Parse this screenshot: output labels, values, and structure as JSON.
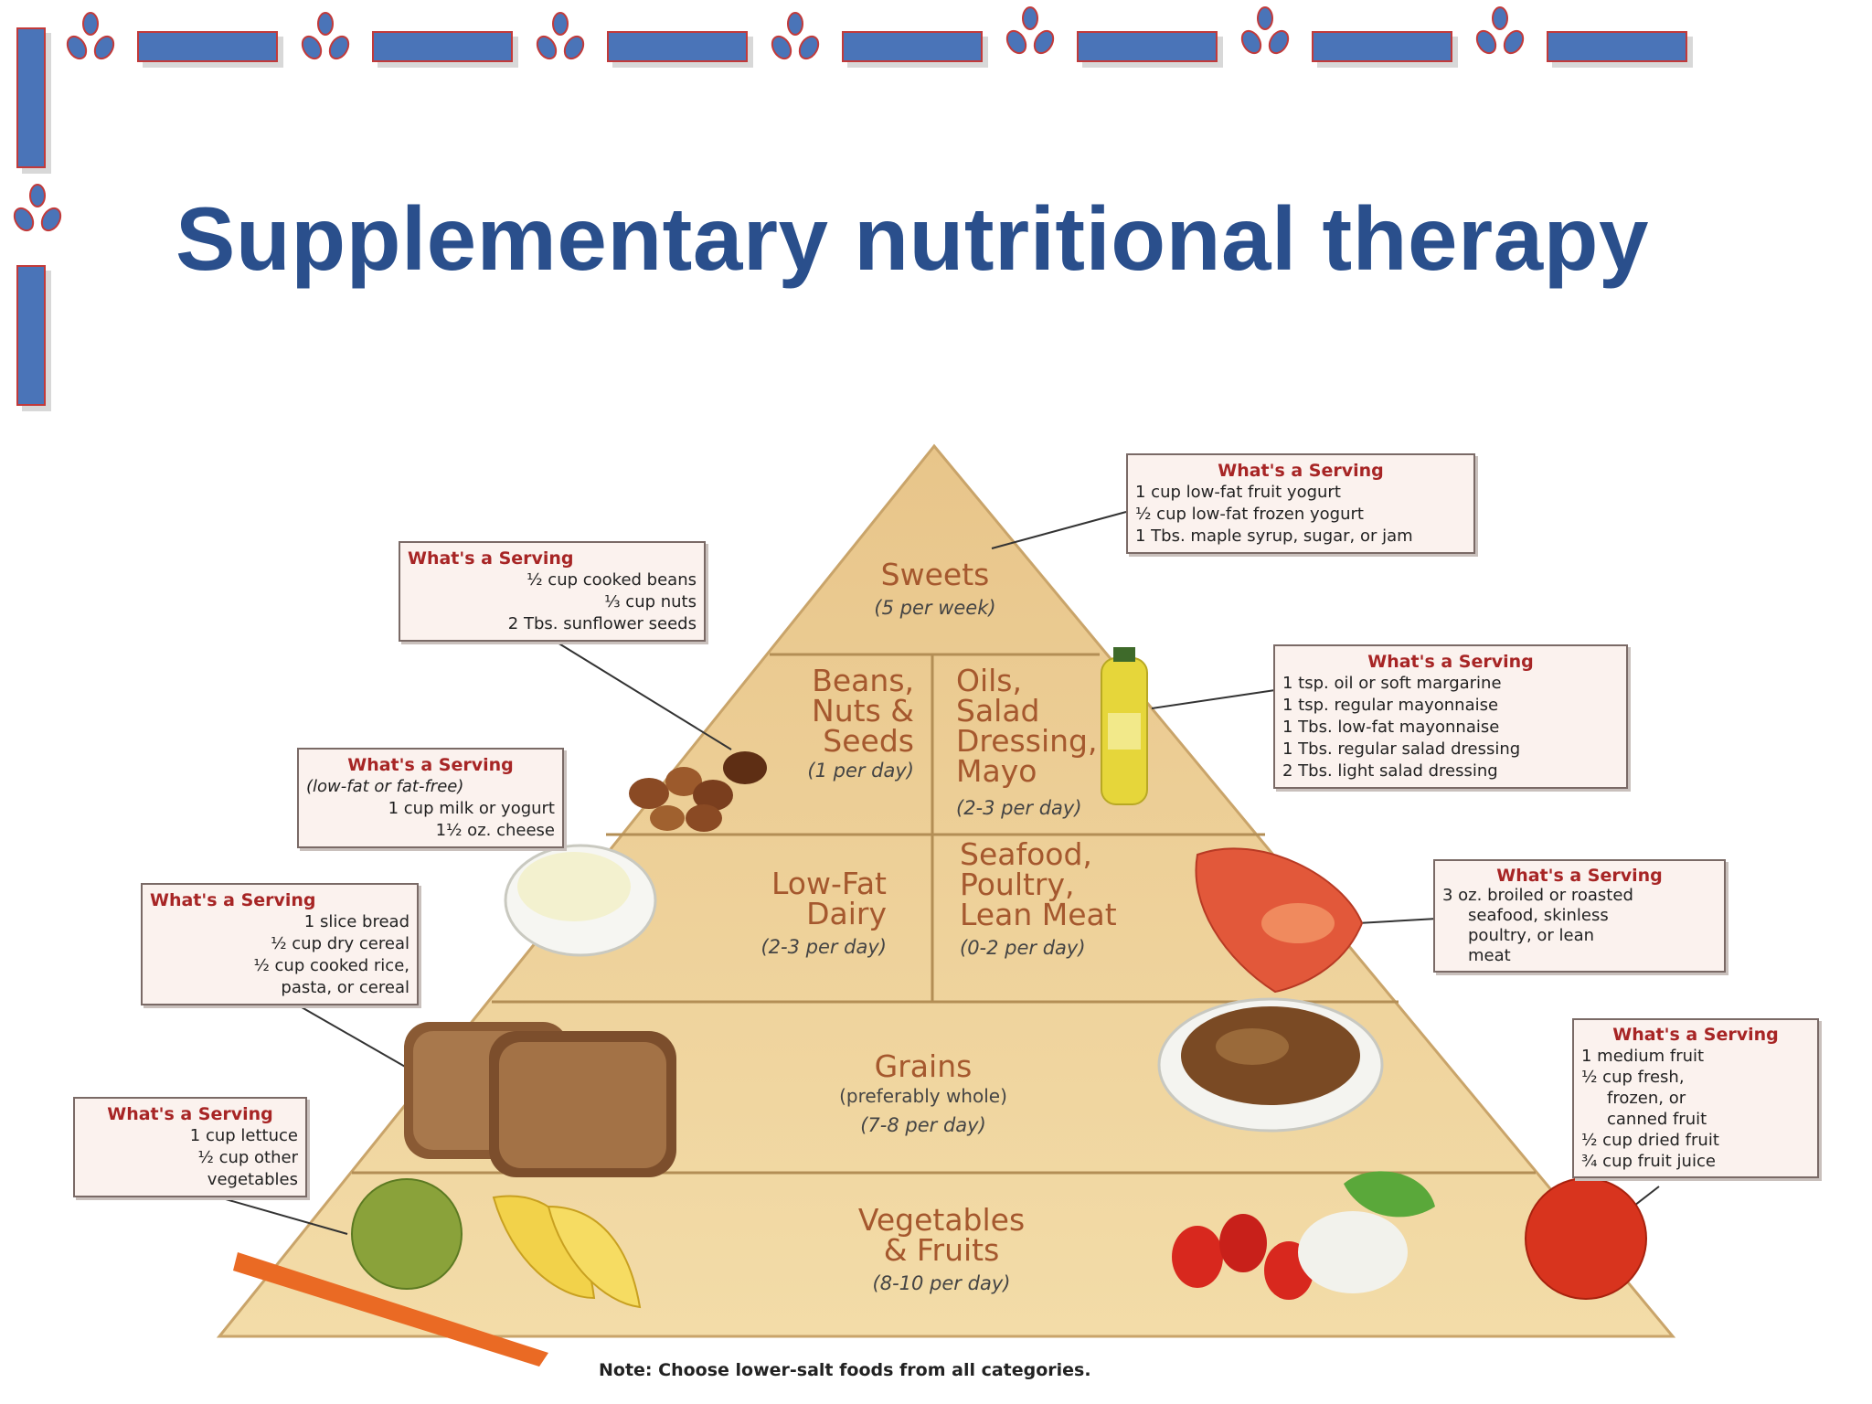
{
  "slide": {
    "title": "Supplementary nutritional therapy"
  },
  "colors": {
    "accent_blue": "#4a74b8",
    "accent_red": "#c23a3a",
    "title_blue": "#2a4f8c",
    "pyramid_fill": "#f2d9a3",
    "level_text": "#a5582e",
    "box_title": "#a72525"
  },
  "pyramid": {
    "sweets": {
      "name": "Sweets",
      "freq": "(5 per week)"
    },
    "beans": {
      "name": "Beans,\nNuts &\nSeeds",
      "freq": "(1 per day)"
    },
    "oils": {
      "name": "Oils,\nSalad\nDressing,\nMayo",
      "freq": "(2-3 per day)"
    },
    "dairy": {
      "name": "Low-Fat\nDairy",
      "freq": "(2-3 per day)"
    },
    "meat": {
      "name": "Seafood,\nPoultry,\nLean Meat",
      "freq": "(0-2 per day)"
    },
    "grains": {
      "name": "Grains",
      "sub": "(preferably whole)",
      "freq": "(7-8 per day)"
    },
    "veg": {
      "name": "Vegetables\n& Fruits",
      "freq": "(8-10 per day)"
    }
  },
  "servings": {
    "sweets": {
      "title": "What's a Serving",
      "lines": [
        "1 cup low-fat fruit yogurt",
        "½ cup low-fat frozen yogurt",
        "1 Tbs. maple syrup, sugar, or jam"
      ]
    },
    "beans": {
      "title": "What's a Serving",
      "lines": [
        "½ cup cooked beans",
        "⅓ cup nuts",
        "2 Tbs. sunflower seeds"
      ]
    },
    "oils": {
      "title": "What's a Serving",
      "lines": [
        "1 tsp. oil or soft margarine",
        "1 tsp. regular mayonnaise",
        "1 Tbs. low-fat mayonnaise",
        "1 Tbs. regular salad dressing",
        "2 Tbs. light salad dressing"
      ]
    },
    "dairy": {
      "title": "What's a Serving",
      "lines": [
        "(low-fat or fat-free)",
        "1 cup milk or yogurt",
        "1½ oz. cheese"
      ]
    },
    "meat": {
      "title": "What's a Serving",
      "lines": [
        "3 oz. broiled or roasted",
        "seafood, skinless",
        "poultry, or lean",
        "meat"
      ]
    },
    "grains": {
      "title": "What's a Serving",
      "lines": [
        "1 slice bread",
        "½ cup dry cereal",
        "½ cup cooked rice,",
        "pasta, or cereal"
      ]
    },
    "fruit": {
      "title": "What's a Serving",
      "lines": [
        "1 medium fruit",
        "½ cup fresh,",
        "frozen, or",
        "canned fruit",
        "½ cup dried fruit",
        "¾ cup fruit juice"
      ]
    },
    "veg": {
      "title": "What's a Serving",
      "lines": [
        "1 cup lettuce",
        "½ cup other",
        "vegetables"
      ]
    }
  },
  "note": "Note: Choose lower-salt foods from all categories."
}
